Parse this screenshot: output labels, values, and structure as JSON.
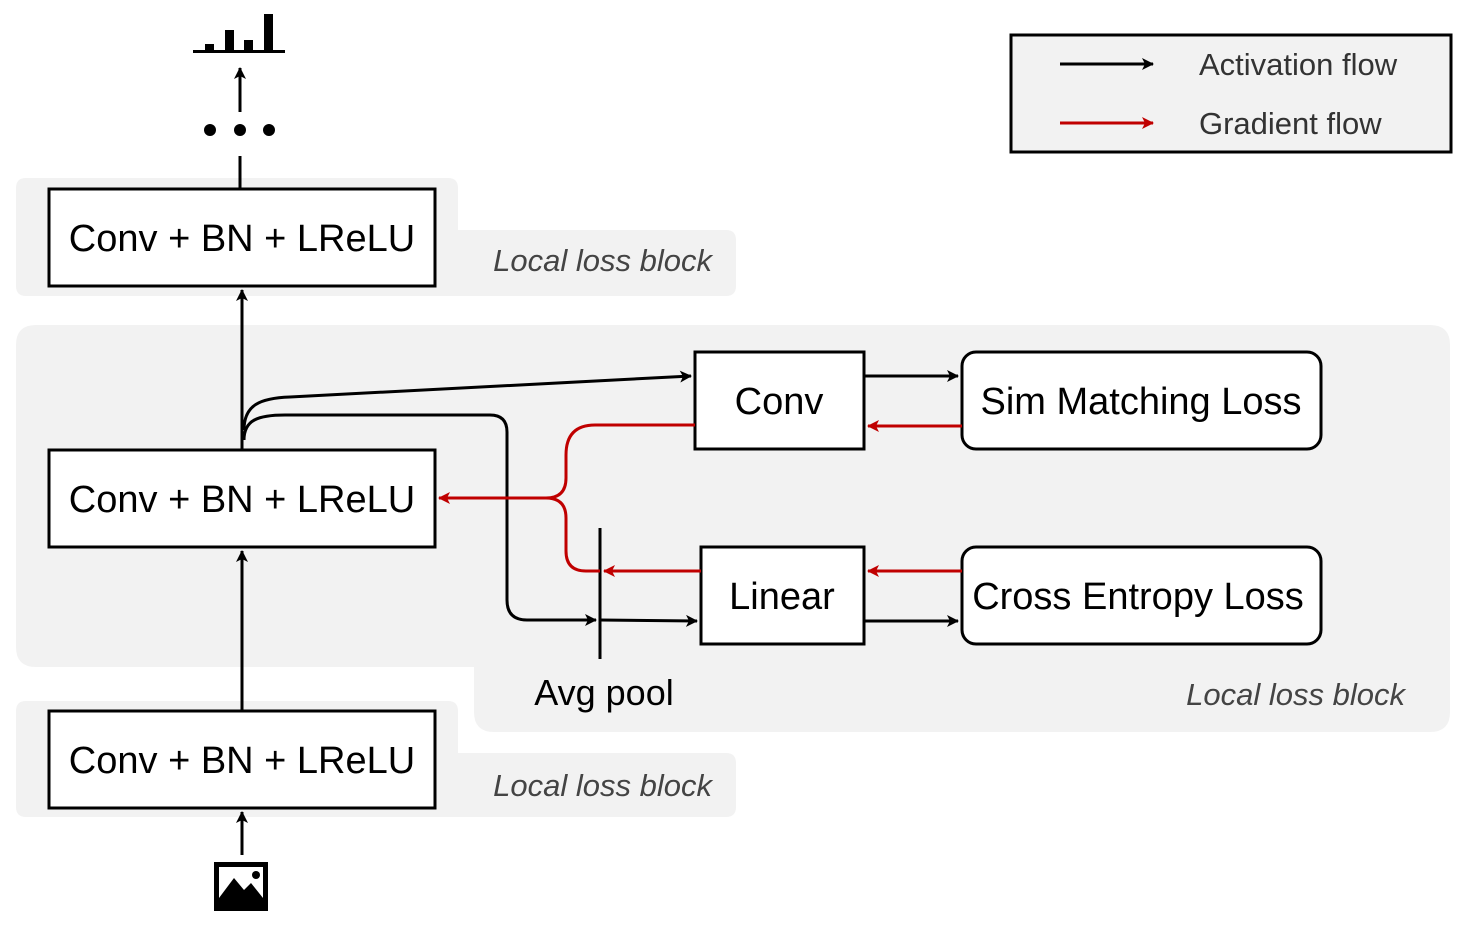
{
  "colors": {
    "activation": "#000000",
    "gradient": "#c00000",
    "block_background": "#f2f2f2"
  },
  "blocks": {
    "top": {
      "layer_label": "Conv + BN + LReLU",
      "block_label": "Local loss block"
    },
    "middle": {
      "layer_label": "Conv + BN + LReLU",
      "block_label": "Local loss block"
    },
    "bottom": {
      "layer_label": "Conv + BN + LReLU",
      "block_label": "Local loss block"
    }
  },
  "middle_block": {
    "conv_label": "Conv",
    "linear_label": "Linear",
    "sim_loss_label": "Sim Matching Loss",
    "ce_loss_label": "Cross Entropy Loss",
    "avg_pool_label": "Avg pool"
  },
  "continuation": "• • •",
  "output_icon": "bar-chart-icon",
  "input_icon": "image-icon",
  "legend": {
    "activation_label": "Activation flow",
    "gradient_label": "Gradient flow"
  }
}
